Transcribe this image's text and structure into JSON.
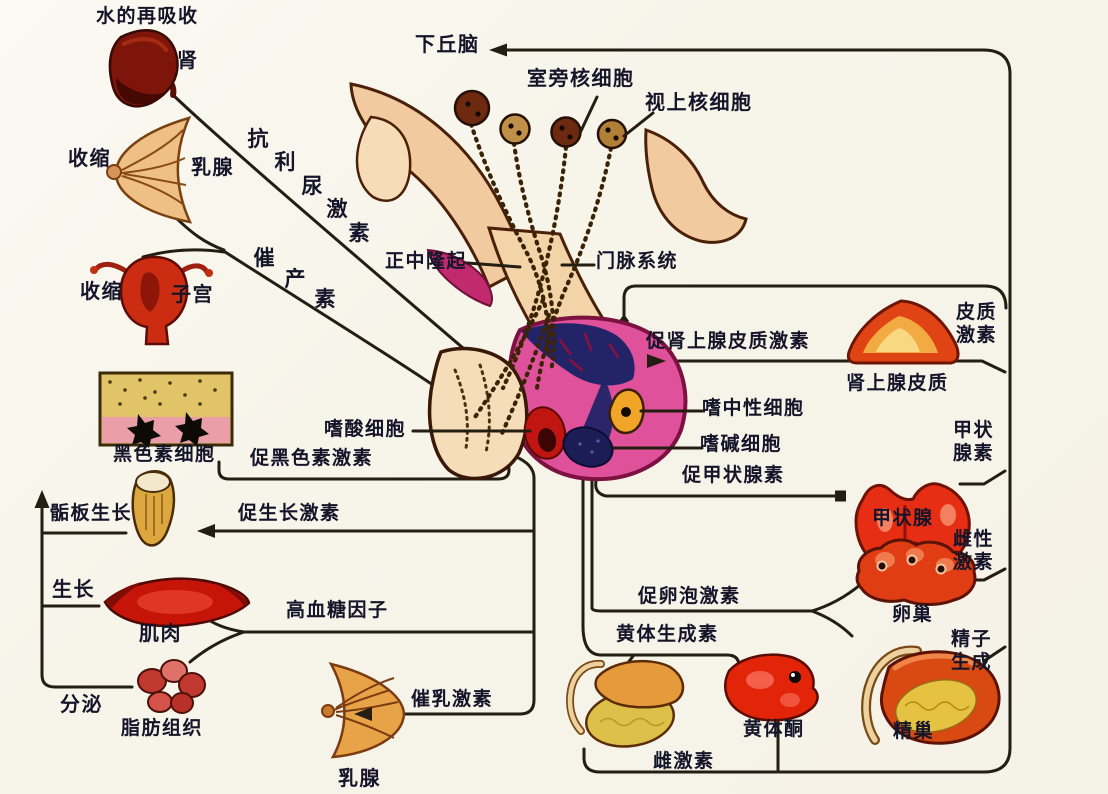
{
  "diagram_type": "hypothalamus-pituitary-hormone-pathway",
  "colors": {
    "background": "#f7f4ea",
    "line": "#241d12",
    "text": "#15152a",
    "pituitary_posterior_pink": "#e0519c",
    "pituitary_neural_blue": "#232368",
    "pituitary_anterior_cream": "#f4ddb8",
    "organ_red": "#d83012",
    "organ_tan": "#efc086"
  },
  "labels": {
    "water_reabsorption": "水的再吸收",
    "kidney": "肾",
    "hypothalamus": "下丘脑",
    "paraventricular_cells": "室旁核细胞",
    "supraoptic_cells": "视上核细胞",
    "contraction_breast": "收缩",
    "mammary_upper": "乳腺",
    "contraction_uterus": "收缩",
    "uterus": "子宫",
    "median_eminence": "正中隆起",
    "portal_system": "门脉系统",
    "melanocytes": "黑色素细胞",
    "msh": "促黑色素激素",
    "acidophil_cells": "嗜酸细胞",
    "neutrophil_cells": "嗜中性细胞",
    "basophil_cells": "嗜碱细胞",
    "acth": "促肾上腺皮质激素",
    "cortical_hormone": "皮质激素",
    "adrenal_cortex": "肾上腺皮质",
    "tsh": "促甲状腺素",
    "thyroxine": "甲状腺素",
    "thyroid": "甲状腺",
    "female_hormone": "雌性激素",
    "fsh": "促卵泡激素",
    "ovary": "卵巢",
    "lh": "黄体生成素",
    "sperm_production": "精子生成",
    "progesterone": "黄体酮",
    "testis": "精巢",
    "estrogen": "雌激素",
    "prolactin": "催乳激素",
    "mammary_lower": "乳腺",
    "hyperglycemic_factor": "高血糖因子",
    "epiphyseal_growth": "骺板生长",
    "growth_hormone": "促生长激素",
    "growth": "生长",
    "muscle": "肌肉",
    "secretion": "分泌",
    "adipose_tissue": "脂肪组织"
  },
  "vertical_labels": {
    "antidiuretic_hormone": [
      "抗",
      "利",
      "尿",
      "激",
      "素"
    ],
    "oxytocin": [
      "催",
      "产",
      "素"
    ]
  }
}
